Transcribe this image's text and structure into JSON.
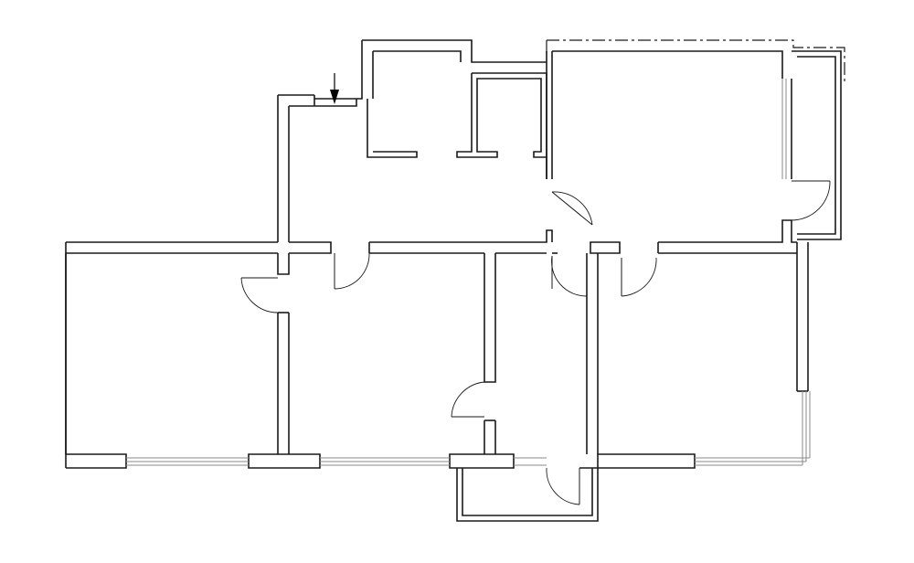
{
  "drawing": {
    "type": "architectural floor plan",
    "background": "#ffffff",
    "line_color": "#1a1a1a",
    "window_color": "#8a8a8a",
    "rooms": [
      {
        "name": "west-room"
      },
      {
        "name": "central-room"
      },
      {
        "name": "east-room"
      },
      {
        "name": "north-east-room"
      },
      {
        "name": "hall"
      },
      {
        "name": "corridor"
      },
      {
        "name": "closet-1"
      },
      {
        "name": "closet-2"
      },
      {
        "name": "south-balcony"
      },
      {
        "name": "east-balcony"
      }
    ],
    "doors": 8,
    "entrance_marker": "arrow"
  }
}
